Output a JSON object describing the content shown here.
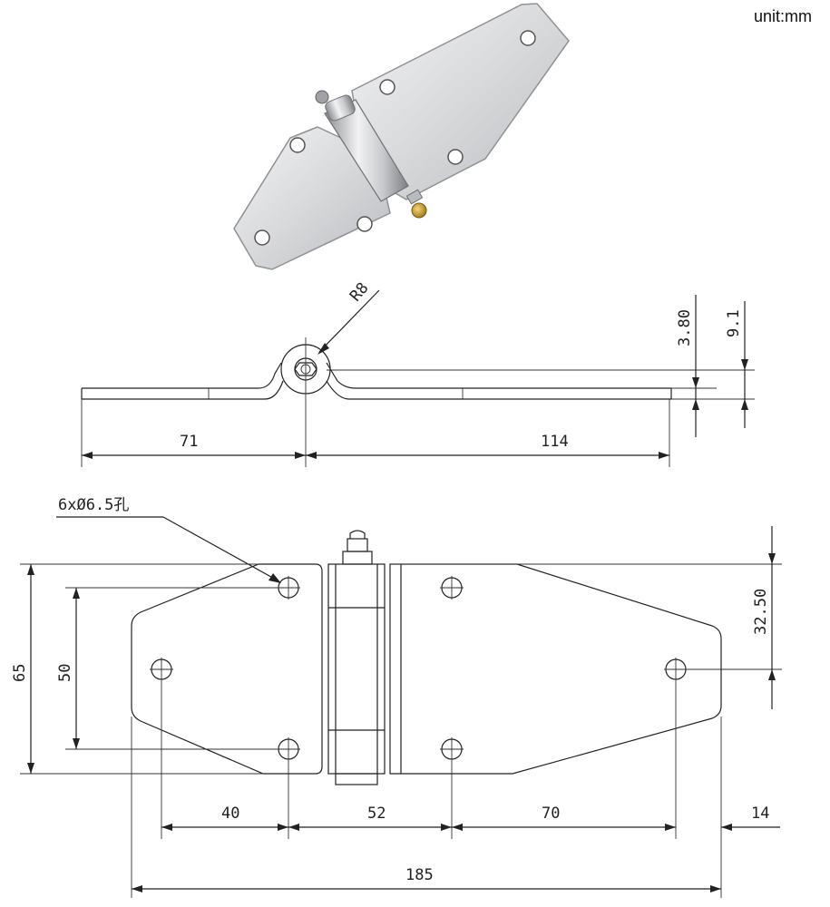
{
  "unit_label": "unit:mm",
  "side_view": {
    "radius": "R8",
    "thickness_small": "3.80",
    "thickness_total": "9.1",
    "left_length": "71",
    "right_length": "114"
  },
  "top_view": {
    "hole_note": "6xØ6.5孔",
    "overall_height": "65",
    "hole_spacing_vertical": "50",
    "half_height": "32.50",
    "dim_40": "40",
    "dim_52": "52",
    "dim_70": "70",
    "dim_14": "14",
    "overall_length": "185"
  },
  "colors": {
    "line": "#222222",
    "metal_light": "#e9e9ea",
    "metal_dark": "#9a9ca0"
  }
}
